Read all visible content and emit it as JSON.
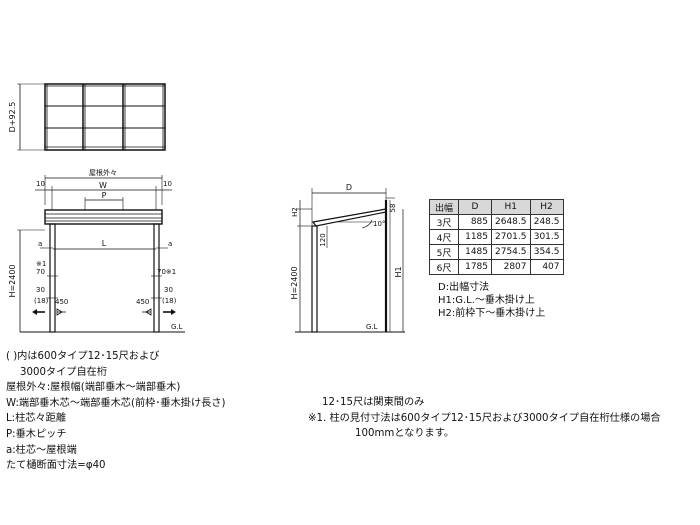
{
  "dimensions": {
    "plan_depth": "D+92.5",
    "roof_outer": "屋根外々",
    "edge_left": "10",
    "edge_right": "10",
    "width": "W",
    "pitch": "P",
    "post_span": "L",
    "a_left": "a",
    "a_right": "a",
    "height": "H=2400",
    "note1_left": "※1",
    "note1_right": "70※1",
    "val70_left": "70",
    "val30_left": "30",
    "val18_left": "(18)",
    "val30_right": "30",
    "val18_right": "(18)",
    "gutter_left": "450",
    "gutter_right": "450",
    "gl_front": "G.L",
    "depth": "D",
    "h2": "H2",
    "val58": "58",
    "angle": "10°",
    "val120": "120",
    "side_height": "H=2400",
    "h1": "H1",
    "gl_side": "G.L"
  },
  "spec_table": {
    "headers": [
      "出幅",
      "D",
      "H1",
      "H2"
    ],
    "rows": [
      [
        "3尺",
        "885",
        "2648.5",
        "248.5"
      ],
      [
        "4尺",
        "1185",
        "2701.5",
        "301.5"
      ],
      [
        "5尺",
        "1485",
        "2754.5",
        "354.5"
      ],
      [
        "6尺",
        "1785",
        "2807",
        "407"
      ]
    ]
  },
  "legend": {
    "line1": "D:出幅寸法",
    "line2": "H1:G.L.～垂木掛け上",
    "line3": "H2:前枠下～垂木掛け上"
  },
  "notes": {
    "line1": "(    )内は600タイプ12･15尺および",
    "line2": "3000タイプ自在桁",
    "line3": "屋根外々:屋根幅(端部垂木～端部垂木)",
    "line4": "W:端部垂木芯～端部垂木芯(前枠･垂木掛け長さ)",
    "line5": "L:柱芯々距離",
    "line6": "P:垂木ピッチ",
    "line7": "a:柱芯～屋根端",
    "line8": "たて樋断面寸法=φ40"
  },
  "bottom_notes": {
    "line1": "12･15尺は関東間のみ",
    "line2": "※1. 柱の見付寸法は600タイプ12･15尺および3000タイプ自在桁仕様の場合",
    "line3": "100mmとなります。"
  }
}
